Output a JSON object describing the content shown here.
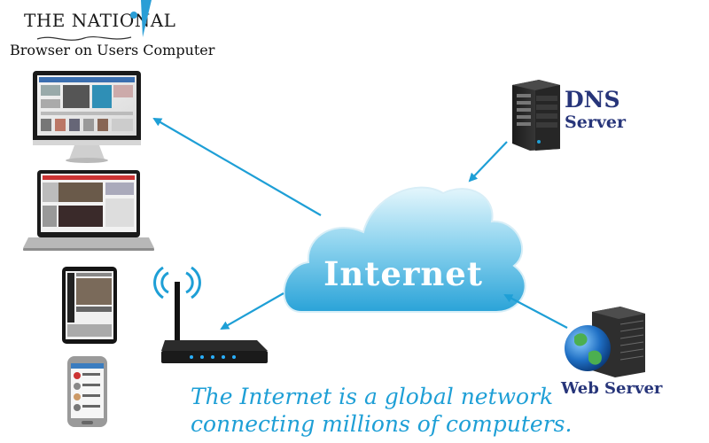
{
  "logo": {
    "text": "THE NATIONAL"
  },
  "caption_top": "Browser on Users Computer",
  "center": {
    "label": "Internet"
  },
  "dns": {
    "line1": "DNS",
    "line2": "Server"
  },
  "web_server": {
    "label": "Web Server"
  },
  "tagline": {
    "line1": "The Internet is a global network",
    "line2": "connecting millions of computers."
  },
  "colors": {
    "arrow": "#1e9fd6",
    "cloud_top": "#dff3fb",
    "cloud_bottom": "#2aa3d8",
    "label_navy": "#27357a",
    "tagline": "#1e9fd6"
  }
}
